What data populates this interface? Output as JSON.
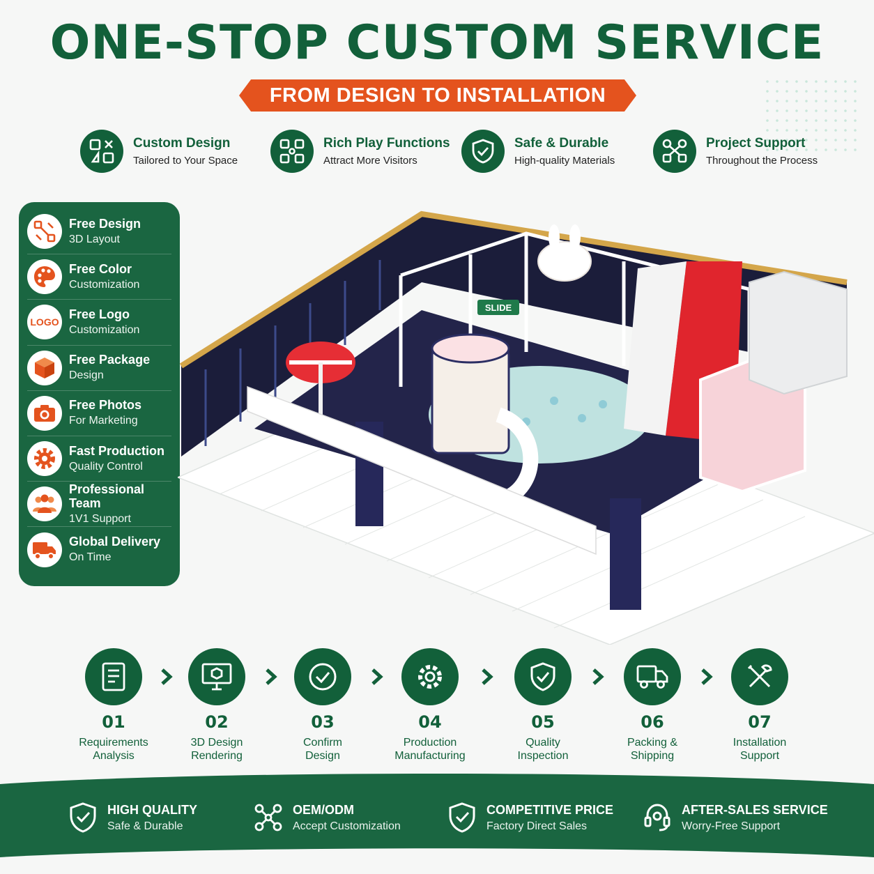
{
  "header": {
    "title": "ONE-STOP CUSTOM SERVICE",
    "subtitle": "FROM DESIGN TO INSTALLATION"
  },
  "features": [
    {
      "title": "Custom Design",
      "desc": "Tailored to Your Space",
      "icon": "design-icon"
    },
    {
      "title": "Rich Play Functions",
      "desc": "Attract More Visitors",
      "icon": "play-functions-icon"
    },
    {
      "title": "Safe & Durable",
      "desc": "High-quality Materials",
      "icon": "shield-check-icon"
    },
    {
      "title": "Project Support",
      "desc": "Throughout the Process",
      "icon": "support-network-icon"
    }
  ],
  "benefits": [
    {
      "title": "Free Design",
      "desc": "3D Layout",
      "icon": "layout-icon"
    },
    {
      "title": "Free Color",
      "desc": "Customization",
      "icon": "palette-icon"
    },
    {
      "title": "Free Logo",
      "desc": "Customization",
      "icon": "logo-icon",
      "icon_text": "LOGO"
    },
    {
      "title": "Free Package",
      "desc": "Design",
      "icon": "package-icon"
    },
    {
      "title": "Free Photos",
      "desc": "For Marketing",
      "icon": "camera-icon"
    },
    {
      "title": "Fast Production",
      "desc": "Quality Control",
      "icon": "gear-icon"
    },
    {
      "title": "Professional Team",
      "desc": "1V1 Support",
      "icon": "team-icon"
    },
    {
      "title": "Global Delivery",
      "desc": "On Time",
      "icon": "truck-icon"
    }
  ],
  "steps": [
    {
      "num": "01",
      "line1": "Requirements",
      "line2": "Analysis",
      "icon": "document-list-icon"
    },
    {
      "num": "02",
      "line1": "3D Design",
      "line2": "Rendering",
      "icon": "monitor-cube-icon"
    },
    {
      "num": "03",
      "line1": "Confirm",
      "line2": "Design",
      "icon": "check-circle-icon"
    },
    {
      "num": "04",
      "line1": "Production",
      "line2": "Manufacturing",
      "icon": "gear-icon"
    },
    {
      "num": "05",
      "line1": "Quality",
      "line2": "Inspection",
      "icon": "shield-check-icon"
    },
    {
      "num": "06",
      "line1": "Packing &",
      "line2": "Shipping",
      "icon": "truck-icon"
    },
    {
      "num": "07",
      "line1": "Installation",
      "line2": "Support",
      "icon": "tools-icon"
    }
  ],
  "guarantees": [
    {
      "title": "HIGH QUALITY",
      "desc": "Safe & Durable",
      "icon": "shield-check-icon"
    },
    {
      "title": "OEM/ODM",
      "desc": "Accept Customization",
      "icon": "network-icon"
    },
    {
      "title": "COMPETITIVE PRICE",
      "desc": "Factory Direct Sales",
      "icon": "shield-check-icon"
    },
    {
      "title": "AFTER-SALES SERVICE",
      "desc": "Worry-Free Support",
      "icon": "headset-icon"
    }
  ],
  "colors": {
    "brand_green": "#12603a",
    "accent_orange": "#e4531e",
    "panel_green": "#1a6641"
  },
  "scene": {
    "sign": "SLIDE"
  }
}
